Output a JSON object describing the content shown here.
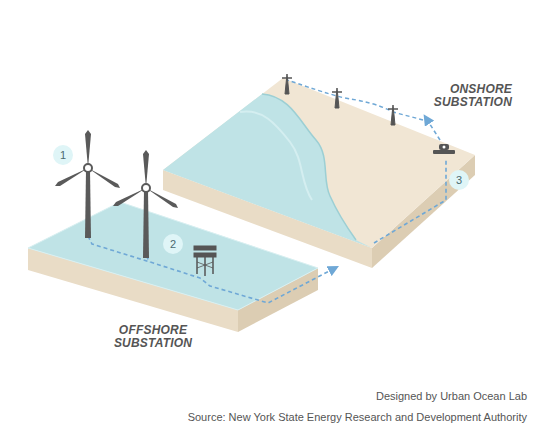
{
  "diagram": {
    "labels": [
      "1",
      "2",
      "3",
      "OFFSHORE SUBSTATION",
      "ONSHORE SUBSTATION",
      "Designed by Urban Ocean Lab",
      "Source: New York State Energy Research and Development Authority"
    ]
  }
}
